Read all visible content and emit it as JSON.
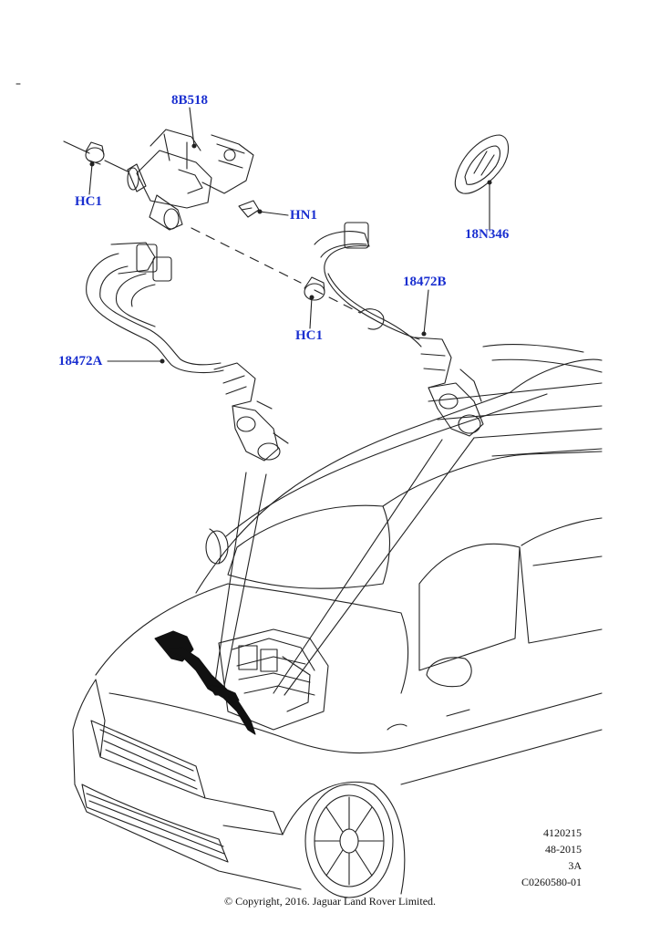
{
  "callouts": {
    "c_8b518": "8B518",
    "c_hc1_top": "HC1",
    "c_hn1": "HN1",
    "c_18n346": "18N346",
    "c_18472b": "18472B",
    "c_hc1_mid": "HC1",
    "c_18472a": "18472A"
  },
  "reference": {
    "line1": "4120215",
    "line2": "48-2015",
    "line3": "3A",
    "line4": "C0260580-01"
  },
  "copyright": "© Copyright, 2016. Jaguar Land Rover Limited.",
  "colors": {
    "callout": "#1a2fd0",
    "line": "#222222",
    "highlight": "#111111"
  }
}
